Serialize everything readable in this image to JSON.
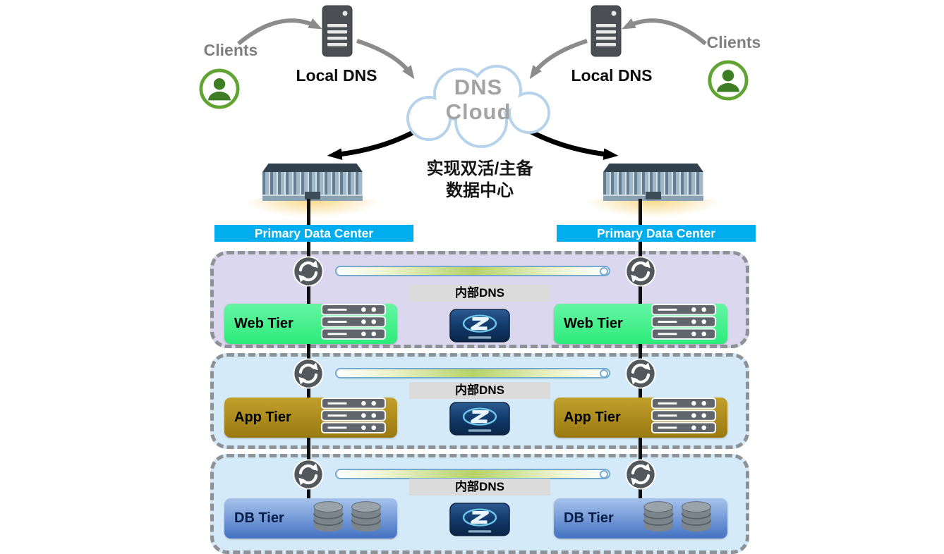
{
  "header": {
    "clients_left": "Clients",
    "clients_right": "Clients",
    "local_dns_left": "Local DNS",
    "local_dns_right": "Local DNS",
    "cloud_line1": "DNS",
    "cloud_line2": "Cloud",
    "caption_line1": "实现双活/主备",
    "caption_line2": "数据中心"
  },
  "datacenters": {
    "left_label": "Primary Data Center",
    "right_label": "Primary Data Center"
  },
  "tiers": [
    {
      "id": "web-tier",
      "left_label": "Web Tier",
      "right_label": "Web Tier",
      "internal_dns_label": "内部DNS"
    },
    {
      "id": "app-tier",
      "left_label": "App Tier",
      "right_label": "App Tier",
      "internal_dns_label": "内部DNS"
    },
    {
      "id": "db-tier",
      "left_label": "DB Tier",
      "right_label": "DB Tier",
      "internal_dns_label": "内部DNS"
    }
  ],
  "colors": {
    "primary_datacenter_bar": "#00aeef",
    "web_tier_box": "#3df287",
    "app_tier_box": "#ac8a18",
    "db_tier_box": "#5c86cc",
    "web_tier_bg": "#dbd7ef",
    "app_db_tier_bg": "#d5eaf8",
    "client_icon_green": "#62a433",
    "cloud_outline": "#b7d3eb",
    "internal_dns_bg": "#dbdbdb",
    "trunk_line": "#101010"
  },
  "icons": {
    "client-person-icon": "user silhouette in green ring",
    "local-dns-server-icon": "dark tower server",
    "dns-cloud-icon": "cloud outline",
    "datacenter-building-icon": "striped server hall with glow",
    "sync-icon": "circular refresh arrows",
    "replication-bar": "green gradient pipe",
    "server-stack-icon": "three-slot rack server",
    "database-icon": "two database cylinders",
    "zdns-appliance-icon": "blue appliance with Z logo"
  }
}
